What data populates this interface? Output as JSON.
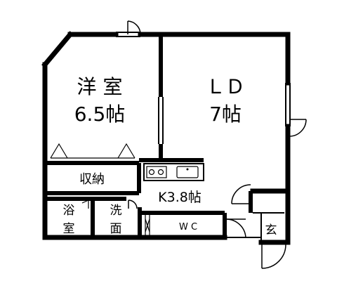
{
  "rooms": {
    "western": {
      "name": "洋 室",
      "size": "6.5帖"
    },
    "living": {
      "name": "ＬＤ",
      "size": "7帖"
    },
    "kitchen": {
      "name": "K3.8帖"
    },
    "storage": {
      "name": "収納"
    },
    "bath": {
      "line1": "浴",
      "line2": "室"
    },
    "washroom": {
      "line1": "洗",
      "line2": "面"
    },
    "toilet": {
      "name": "W C"
    },
    "entrance": {
      "name": "玄"
    }
  },
  "colors": {
    "wall": "#000000",
    "background": "#ffffff"
  },
  "icons": [
    "door-swing-icon",
    "sliding-door-icon",
    "sink-icon",
    "stove-icon",
    "window-icon"
  ]
}
